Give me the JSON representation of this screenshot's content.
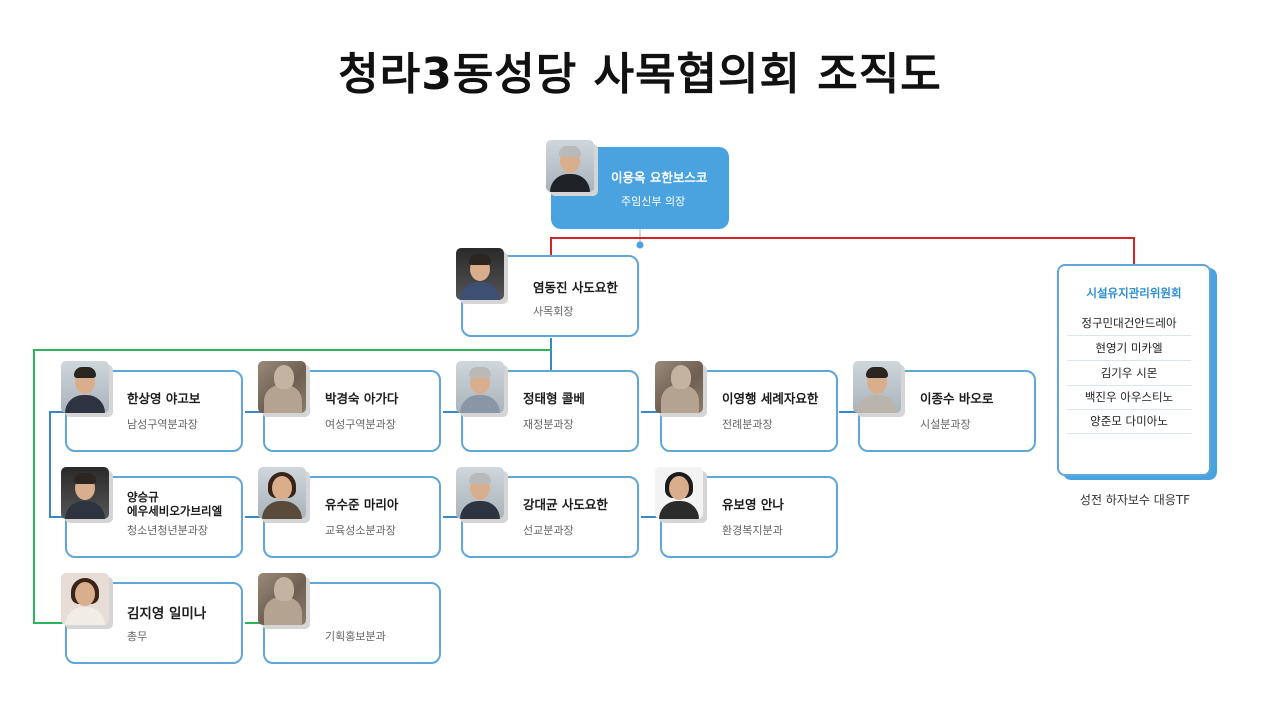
{
  "title": "청라3동성당 사목협의회 조직도",
  "pastor": {
    "name": "이용옥 요한보스코",
    "role": "주임신부 의장"
  },
  "chair": {
    "name": "염동진 사도요한",
    "role": "사목회장"
  },
  "row1": [
    {
      "name": "한상영 야고보",
      "role": "남성구역분과장",
      "photo": "person"
    },
    {
      "name": "박경숙 아가다",
      "role": "여성구역분과장",
      "photo": "statue"
    },
    {
      "name": "정태형 콜베",
      "role": "재정분과장",
      "photo": "gray"
    },
    {
      "name": "이영행 세례자요한",
      "role": "전례분과장",
      "photo": "statue"
    },
    {
      "name": "이종수 바오로",
      "role": "시설분과장",
      "photo": "person"
    }
  ],
  "row2": [
    {
      "name": "양승규 에우세비오가브리엘",
      "name_line1": "양승규",
      "name_line2": "에우세비오가브리엘",
      "role": "청소년청년분과장",
      "photo": "person"
    },
    {
      "name": "유수준 마리아",
      "role": "교육성소분과장",
      "photo": "woman"
    },
    {
      "name": "강대균 사도요한",
      "role": "선교분과장",
      "photo": "gray"
    },
    {
      "name": "유보영 안나",
      "role": "환경복지분과",
      "photo": "woman"
    }
  ],
  "row3": [
    {
      "name": "김지영 일미나",
      "role": "총무",
      "photo": "woman"
    },
    {
      "name": "",
      "role": "기획홍보분과",
      "photo": "statue"
    }
  ],
  "facility_committee": {
    "title": "시설유지관리위원회",
    "members": [
      "정구민대건안드레아",
      "현영기 미카엘",
      "김기우 시몬",
      "백진우 아우스티노",
      "양준모 다미아노"
    ],
    "caption": "성전 하자보수 대응TF"
  },
  "colors": {
    "accent_blue": "#4aa3de",
    "line_red": "#d0262b",
    "line_green": "#2db35a",
    "line_blue": "#3b86c4"
  }
}
